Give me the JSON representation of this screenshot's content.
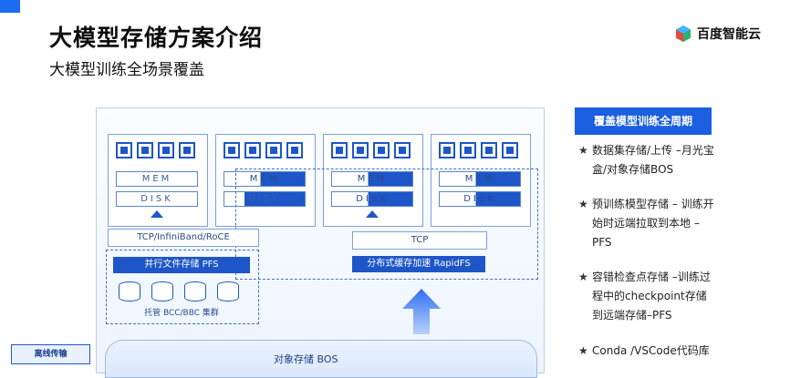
{
  "header": {
    "title": "大模型存储方案介绍",
    "subtitle": "大模型训练全场景覆盖",
    "logo_text": "百度智能云"
  },
  "diagram": {
    "nodes": [
      {
        "mem": "MEM",
        "disk": "DISK"
      },
      {
        "mem": "MEM",
        "disk": "DISK"
      },
      {
        "mem": "MEM",
        "disk": "DISK"
      },
      {
        "mem": "MEM",
        "disk": "DISK"
      }
    ],
    "left_protocol": "TCP/InfiniBand/RoCE",
    "parallel_fs": "并行文件存储 PFS",
    "cluster_label": "托管 BCC/BBC 集群",
    "right_protocol": "TCP",
    "rapidfs": "分布式缓存加速 RapidFS",
    "object_storage": "对象存储 BOS",
    "offline_transfer": "离线传输"
  },
  "sidebar": {
    "heading": "覆盖模型训练全周期",
    "bullets": [
      {
        "star": "★",
        "text": "数据集存储/上传 –月光宝盒/对象存储BOS"
      },
      {
        "star": "★",
        "text": "预训练模型存储 – 训练开始时远端拉取到本地 –PFS"
      },
      {
        "star": "★",
        "text": "容错检查点存储 –训练过程中的checkpoint存储到远端存储–PFS"
      },
      {
        "star": "★",
        "text": "Conda /VSCode代码库"
      }
    ]
  },
  "colors": {
    "accent": "#1b5fe0",
    "brand_blue": "#1e56c8"
  }
}
